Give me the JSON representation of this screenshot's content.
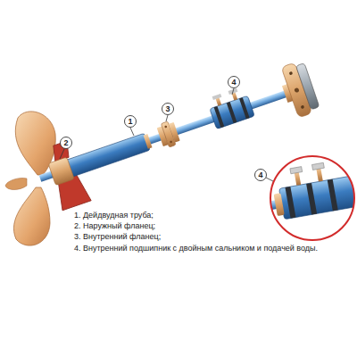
{
  "diagram": {
    "labels": [
      "2",
      "1",
      "3",
      "4",
      "4",
      "1. Дейдвудная труба;",
      "2. Наружный фланец;",
      "3. Внутренний фланец;",
      "4. Внутренний подшипник с двойным сальником и подачей воды."
    ]
  }
}
